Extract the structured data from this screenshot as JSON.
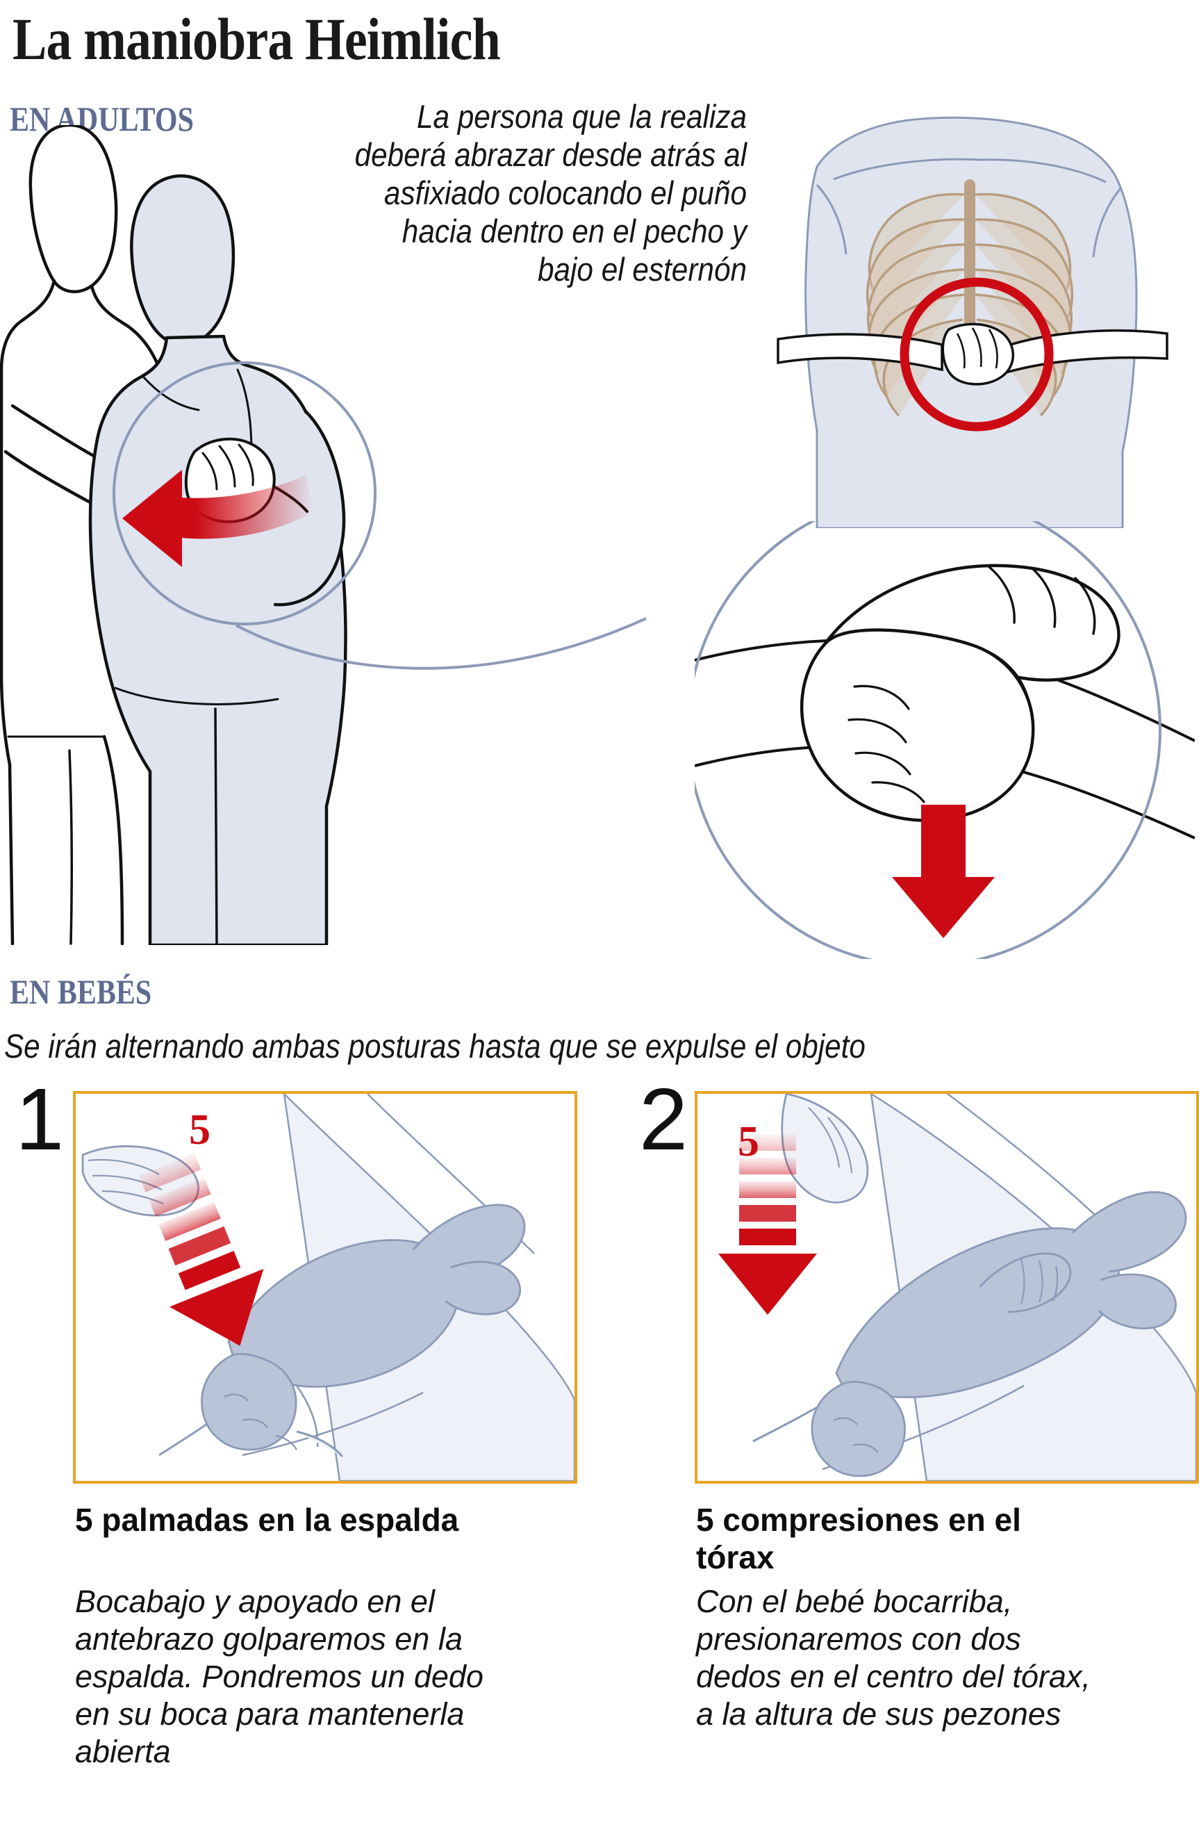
{
  "title": "La maniobra Heimlich",
  "sections": {
    "adults": {
      "heading": "EN ADULTOS",
      "intro": "La persona que la realiza deberá abrazar desde atrás al asfixiado colocando el puño hacia dentro en el pecho y bajo el esternón"
    },
    "babies": {
      "heading": "EN BEBÉS",
      "subtitle": "Se irán alternando ambas posturas hasta que se expulse el objeto",
      "steps": [
        {
          "number": "1",
          "badge": "5",
          "title": "5 palmadas en la espalda",
          "body": "Bocabajo y apoyado en el antebrazo golparemos en la espalda. Pondremos un dedo en su boca para mantenerla abierta"
        },
        {
          "number": "2",
          "badge": "5",
          "title": "5 compresiones en el tórax",
          "body": "Con el bebé bocarriba, presionaremos con dos dedos en el centro del tórax, a la altura de sus pezones"
        }
      ]
    }
  },
  "colors": {
    "heading_blue": "#5d6a92",
    "accent_red": "#cc0a14",
    "panel_border": "#e8a524",
    "body_fill": "#dfe4ef",
    "outline": "#111111",
    "bone": "#d9c5ad",
    "light_blue_line": "#8c9ab8"
  }
}
